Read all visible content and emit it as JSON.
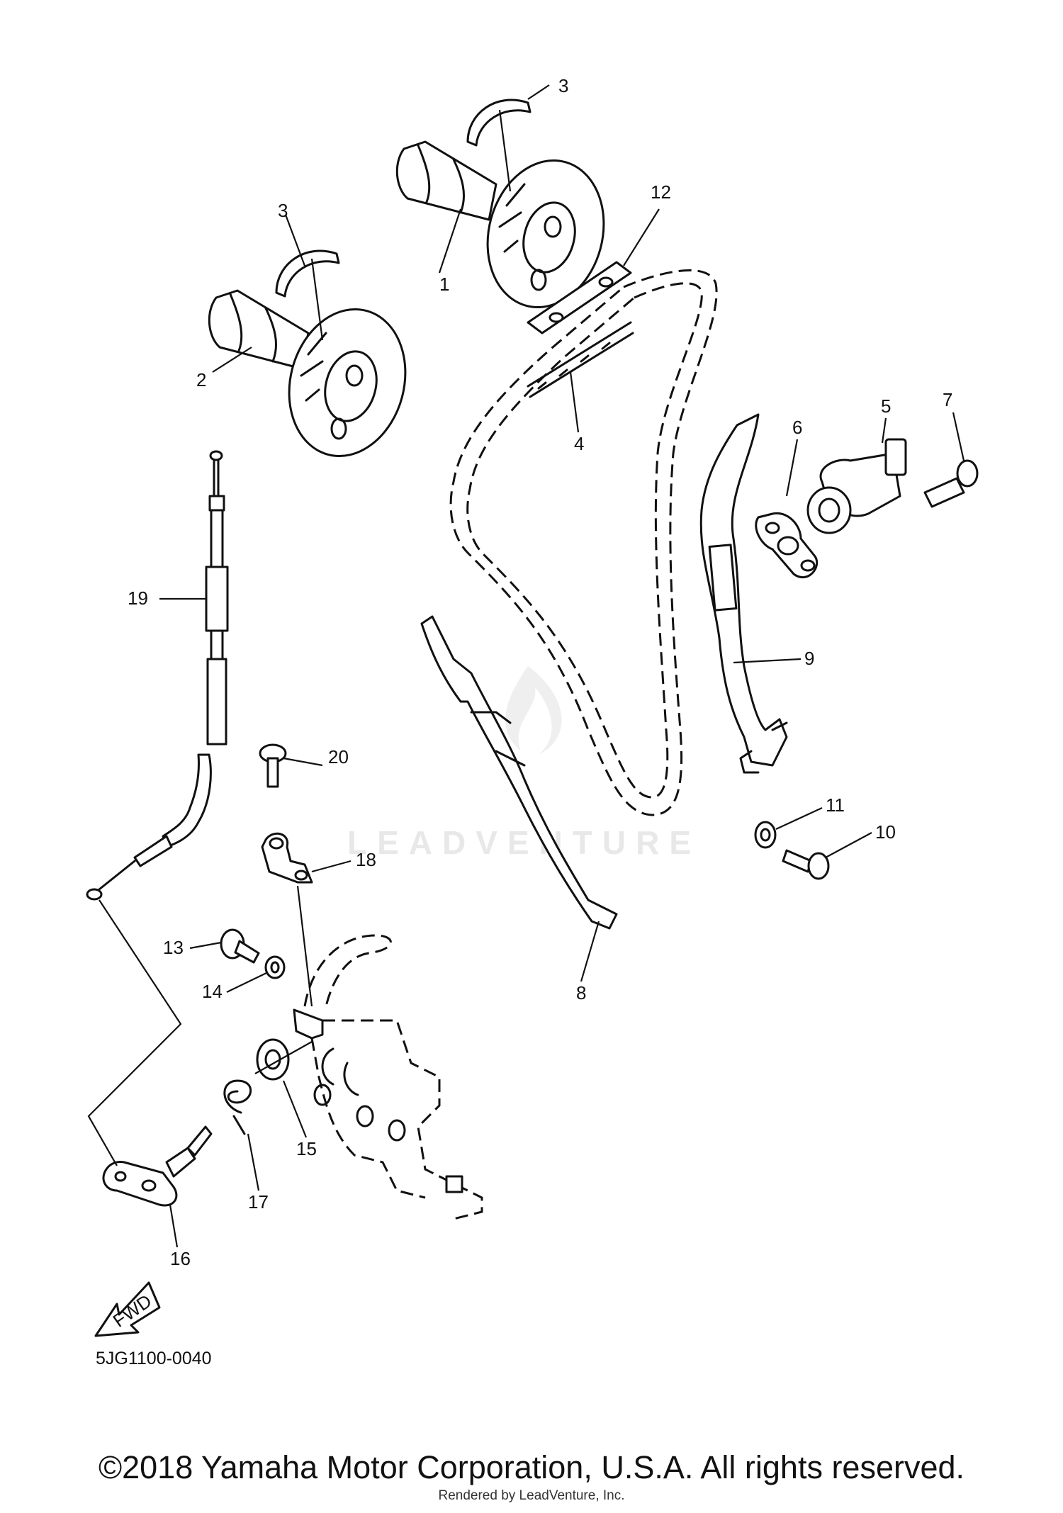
{
  "diagram_code": "5JG1100-0040",
  "watermark": "LEADVENTURE",
  "direction_label": "FWD",
  "callouts": [
    "1",
    "2",
    "3",
    "3",
    "4",
    "5",
    "6",
    "7",
    "8",
    "9",
    "10",
    "11",
    "12",
    "13",
    "14",
    "15",
    "16",
    "17",
    "18",
    "19",
    "20"
  ],
  "copyright": "©2018 Yamaha Motor Corporation, U.S.A. All rights reserved.",
  "rendered_by": "Rendered by LeadVenture, Inc."
}
